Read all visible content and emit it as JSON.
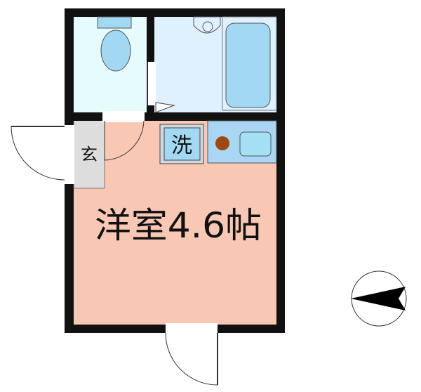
{
  "plan": {
    "room_label": "洋室4.6帖",
    "entrance_label": "玄",
    "washer_label": "洗"
  },
  "colors": {
    "wall": "#111111",
    "room_floor": "#f9c8b4",
    "toilet_floor": "#e6fbfb",
    "bath_floor": "#dff0ff",
    "bathtub": "#a3d8f3",
    "entrance_floor": "#dddddd",
    "kitchen_counter": "#a8d6f3",
    "stove": "#9c4a12",
    "compass": "#000000"
  },
  "icons": [
    "toilet-icon",
    "bathtub-icon",
    "washbasin-icon",
    "stove-icon",
    "sink-icon",
    "compass-icon"
  ]
}
